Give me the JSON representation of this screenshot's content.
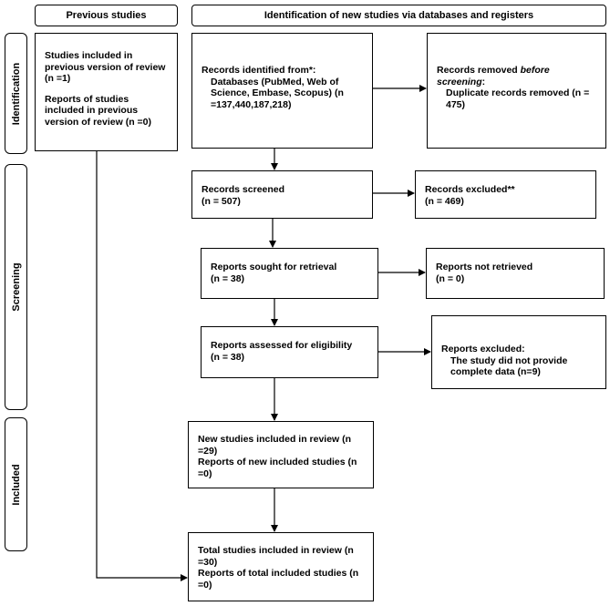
{
  "headers": {
    "previous": "Previous studies",
    "new": "Identification of new studies via databases and registers"
  },
  "phases": {
    "identification": "Identification",
    "screening": "Screening",
    "included": "Included"
  },
  "previous_box": {
    "line1": "Studies included in previous version of review (n =1)",
    "line2": "Reports of studies included in previous version of review (n =0)"
  },
  "identified": {
    "title": "Records identified from*:",
    "detail": "Databases (PubMed, Web of Science, Embase, Scopus) (n =137,440,187,218)"
  },
  "removed": {
    "title_pre": "Records removed ",
    "title_em": "before screening",
    "title_post": ":",
    "detail": "Duplicate records removed (n = 475)"
  },
  "screened": {
    "title": "Records screened",
    "count": "(n = 507)"
  },
  "excluded": {
    "title": "Records excluded**",
    "count": "(n = 469)"
  },
  "sought": {
    "title": "Reports sought for retrieval",
    "count": "(n = 38)"
  },
  "not_retrieved": {
    "title": "Reports not retrieved",
    "count": "(n = 0)"
  },
  "assessed": {
    "title": "Reports assessed for eligibility",
    "count": "(n = 38)"
  },
  "reports_excluded": {
    "title": "Reports excluded:",
    "detail": "The study did not provide complete data (n=9)"
  },
  "new_included": {
    "line1": "New studies included in review (n =29)",
    "line2": "Reports of new included studies (n =0)"
  },
  "total_included": {
    "line1": "Total studies included in review (n =30)",
    "line2": "Reports of total included studies (n =0)"
  }
}
